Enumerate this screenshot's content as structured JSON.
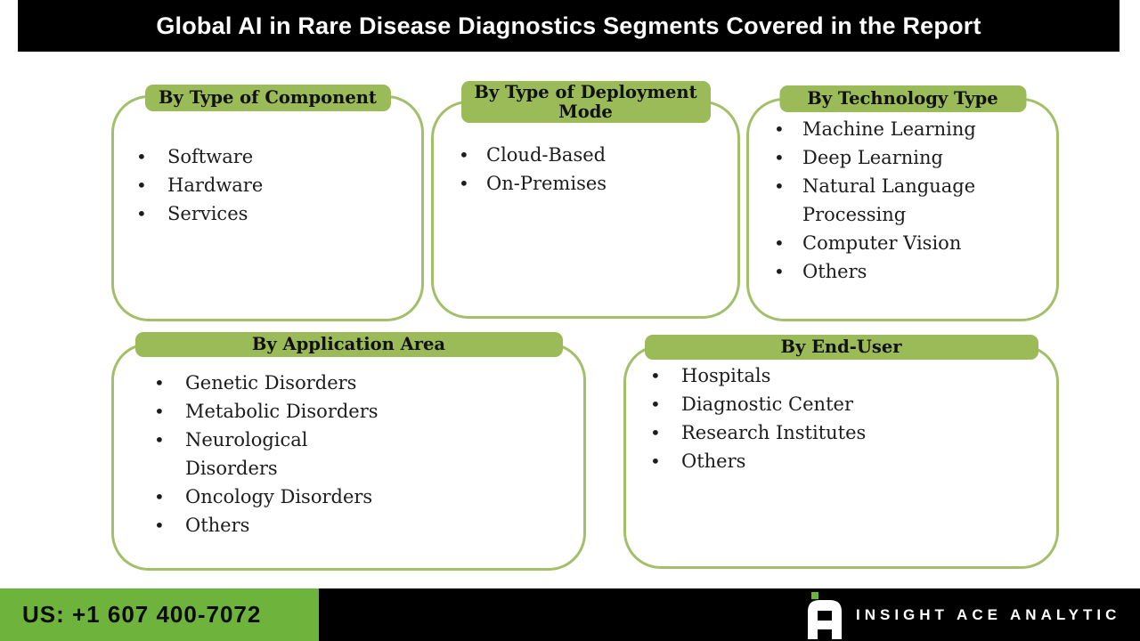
{
  "header": {
    "title": "Global AI in Rare Disease Diagnostics Segments Covered in the Report"
  },
  "boxes": [
    {
      "title": "By Type of Component",
      "items": [
        "Software",
        "Hardware",
        "Services"
      ]
    },
    {
      "title": "By Type of Deployment Mode",
      "items": [
        "Cloud-Based",
        "On-Premises"
      ]
    },
    {
      "title": "By Technology Type",
      "items": [
        "Machine Learning",
        "Deep Learning",
        "Natural Language Processing",
        "Computer Vision",
        "Others"
      ]
    },
    {
      "title": "By Application Area",
      "items": [
        "Genetic Disorders",
        "Metabolic Disorders",
        "Neurological Disorders",
        "Oncology Disorders",
        "Others"
      ]
    },
    {
      "title": "By End-User",
      "items": [
        "Hospitals",
        "Diagnostic Center",
        "Research Institutes",
        "Others"
      ]
    }
  ],
  "footer": {
    "phone": "US: +1 607 400-7072",
    "brand": "INSIGHT ACE ANALYTIC",
    "logo_icon": "insight-ace-a-logo"
  },
  "colors": {
    "header_pill_green": "#9bba58",
    "box_border_green": "#a3bf69",
    "footer_green": "#6eb43c",
    "bar_black": "#000000",
    "title_text": "#ffffff"
  }
}
